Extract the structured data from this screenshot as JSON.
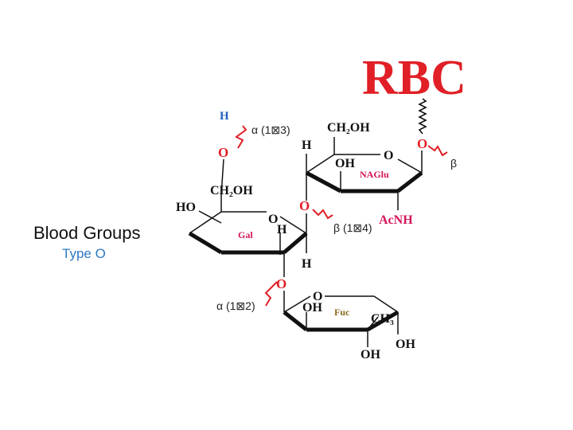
{
  "heading": {
    "title": "Blood Groups",
    "subtitle": "Type O"
  },
  "cell": {
    "label": "RBC"
  },
  "rings": {
    "gal": "Gal",
    "naglu": "NAGlu",
    "fuc": "Fuc"
  },
  "groups": {
    "h_top": "H",
    "o_top": "O",
    "ch2oh_gal": "CH₂OH",
    "ho_gal": "HO",
    "o_ring_gal": "O",
    "h_gal_right": "H",
    "h_gal_below": "H",
    "o_link_gal_fuc": "O",
    "ch2oh_naglu": "CH₂OH",
    "h_naglu_top": "H",
    "o_ring_naglu": "O",
    "oh_naglu": "OH",
    "o_link_gal_naglu": "O",
    "o_link_rbc": "O",
    "acnh": "AcNH",
    "o_ring_fuc": "O",
    "oh_fuc_left": "OH",
    "ch3_fuc": "CH₃",
    "oh_fuc_bottom": "OH",
    "oh_fuc_right": "OH"
  },
  "linkages": {
    "alpha_1_3": "α (1⊠3)",
    "beta_1_4": "β (1⊠4)",
    "alpha_1_2": "α (1⊠2)",
    "beta": "β"
  },
  "colors": {
    "rbc": "#e01f26",
    "oxygen": "#e01f26",
    "hydrogen_top": "#1f5fbf",
    "ring_label": "#d4145a",
    "bond": "#111111",
    "link_squiggle": "#e01f26"
  }
}
